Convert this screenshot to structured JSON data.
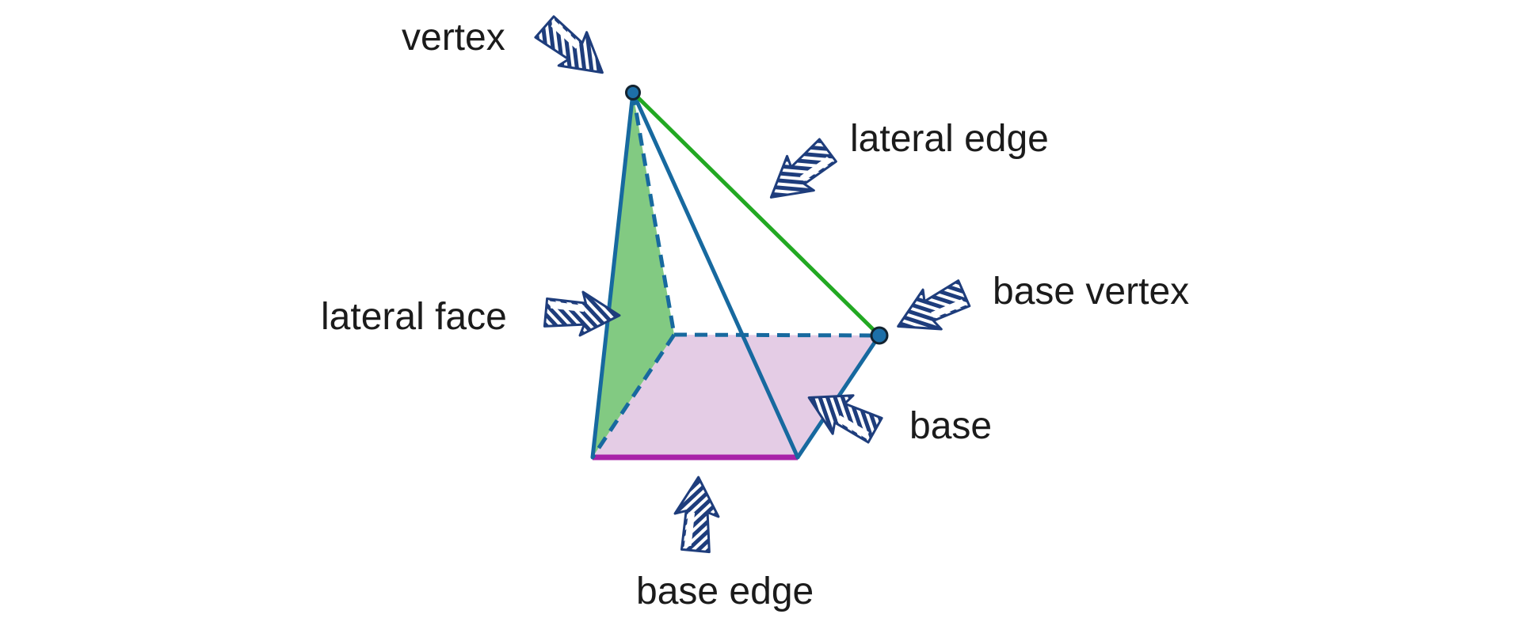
{
  "figure": "pyramid-parts-diagram",
  "labels": {
    "vertex": "vertex",
    "lateral_edge": "lateral edge",
    "base_vertex": "base vertex",
    "base": "base",
    "base_edge": "base edge",
    "lateral_face": "lateral face"
  },
  "arrows": [
    {
      "icon": "vertex-arrow-icon",
      "points_to": "vertex"
    },
    {
      "icon": "lateral-edge-arrow-icon",
      "points_to": "lateral edge"
    },
    {
      "icon": "base-vertex-arrow-icon",
      "points_to": "base vertex"
    },
    {
      "icon": "base-arrow-icon",
      "points_to": "base"
    },
    {
      "icon": "base-edge-arrow-icon",
      "points_to": "base edge"
    },
    {
      "icon": "lateral-face-arrow-icon",
      "points_to": "lateral face"
    }
  ],
  "colors": {
    "edge_blue": "#17699f",
    "edge_green": "#22a822",
    "face_green": "#82ca82",
    "base_fill": "#e4cce5",
    "base_edge_magenta": "#a822a8",
    "vertex_dot_fill": "#1d6fa8",
    "vertex_dot_stroke": "#122330",
    "arrow_navy": "#1e3d7c",
    "label_text": "#1b1b1b",
    "background": "#ffffff"
  }
}
